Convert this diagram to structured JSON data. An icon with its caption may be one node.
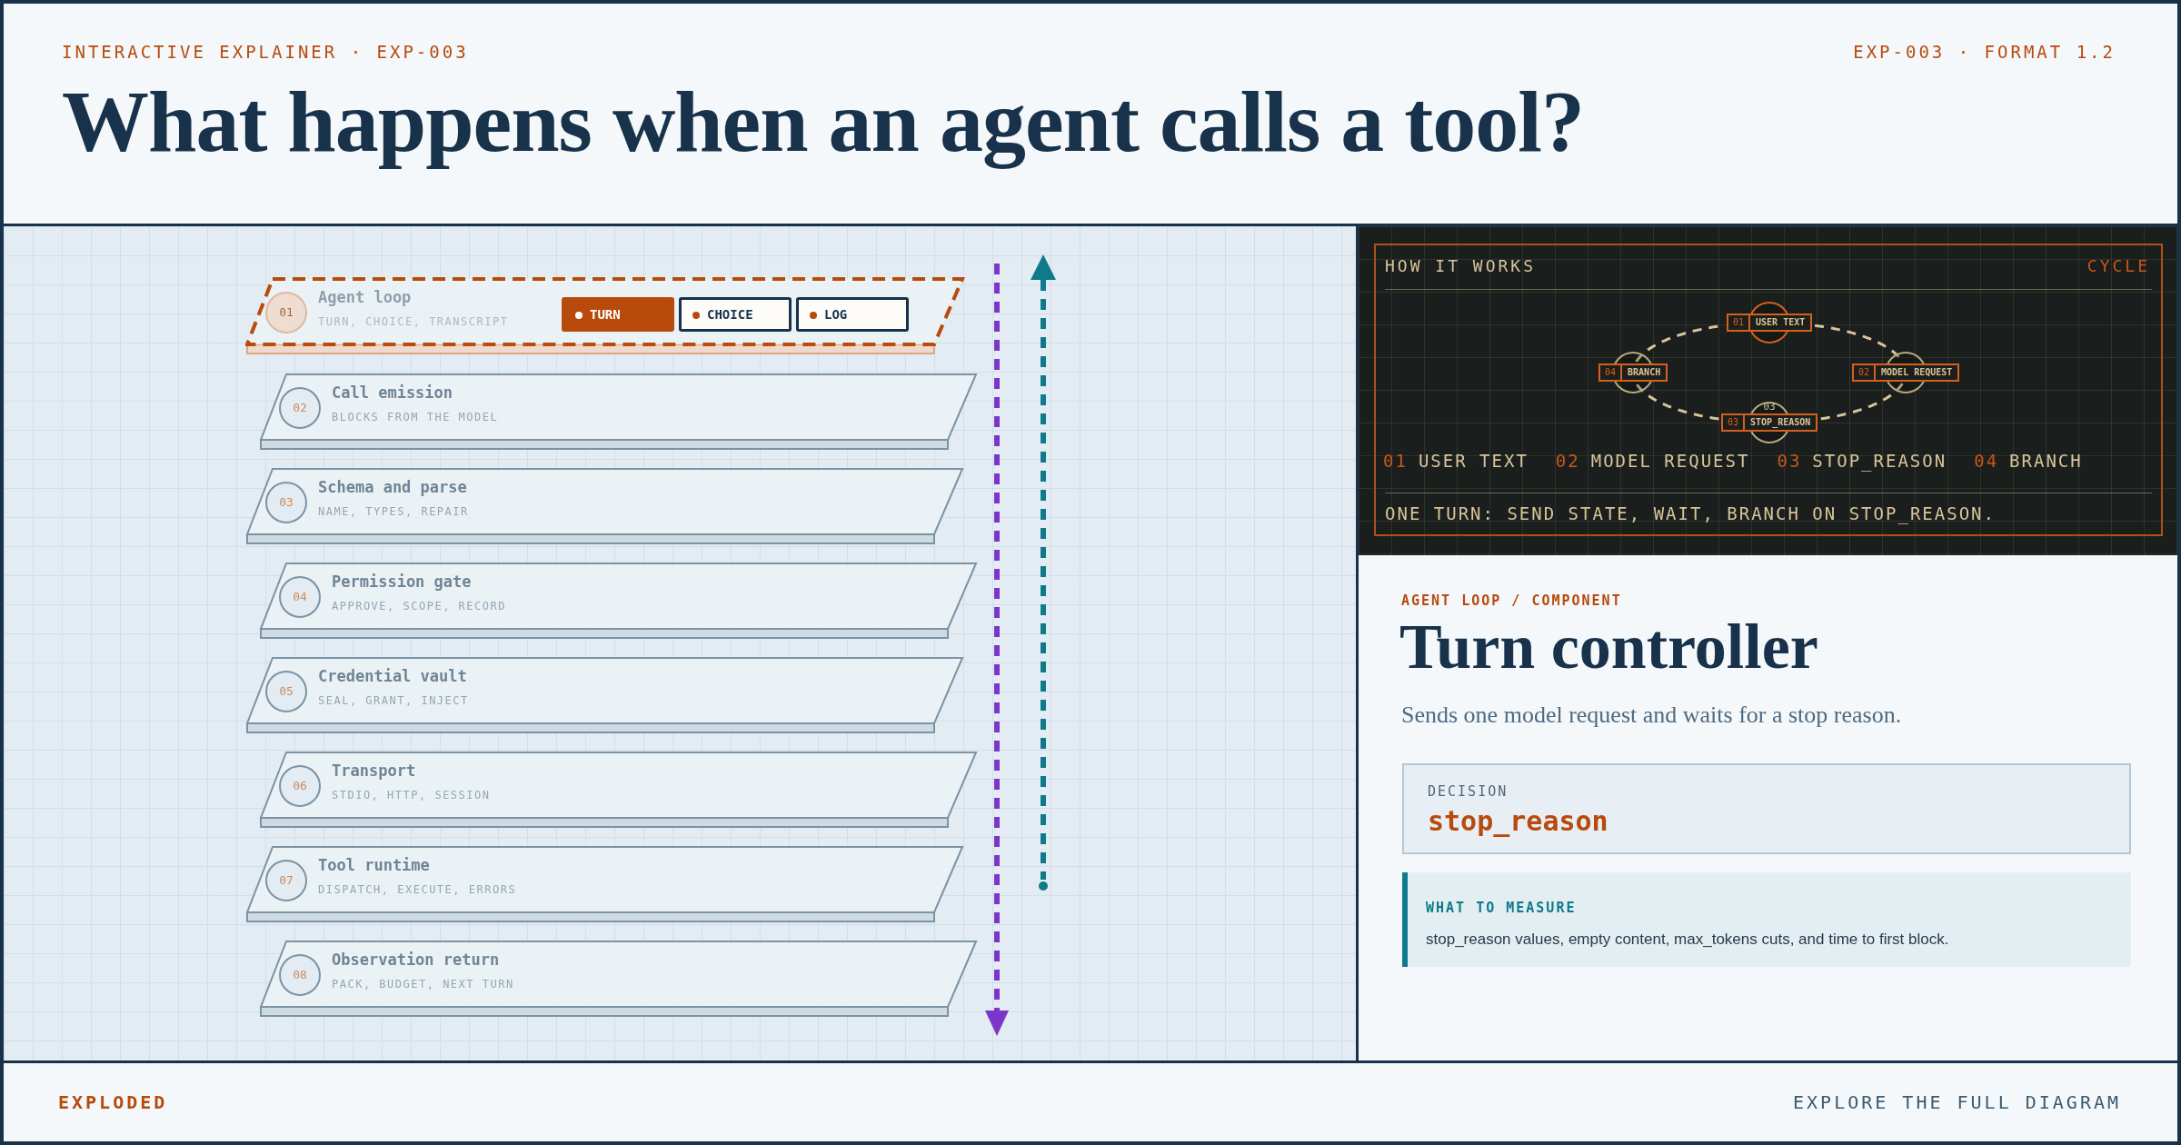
{
  "diagram": {
    "title": "What happens when an agent calls a tool?",
    "nodes": [
      {
        "text": [
          "01",
          "Agent loop",
          "TURN, CHOICE, TRANSCRIPT"
        ]
      },
      {
        "text": [
          "TURN"
        ],
        "in": 0
      },
      {
        "text": [
          "CHOICE"
        ],
        "in": 0
      },
      {
        "text": [
          "LOG"
        ],
        "in": 0
      },
      {
        "text": [
          "02",
          "Call emission",
          "BLOCKS FROM THE MODEL"
        ]
      },
      {
        "text": [
          "03",
          "Schema and parse",
          "NAME, TYPES, REPAIR"
        ]
      },
      {
        "text": [
          "04",
          "Permission gate",
          "APPROVE, SCOPE, RECORD"
        ]
      },
      {
        "text": [
          "05",
          "Credential vault",
          "SEAL, GRANT, INJECT"
        ]
      },
      {
        "text": [
          "06",
          "Transport",
          "STDIO, HTTP, SESSION"
        ]
      },
      {
        "text": [
          "07",
          "Tool runtime",
          "DISPATCH, EXECUTE, ERRORS"
        ]
      },
      {
        "text": [
          "08",
          "Observation return",
          "PACK, BUDGET, NEXT TURN"
        ]
      },
      {
        "text": [
          "HOW IT WORKS",
          "CYCLE",
          "ONE TURN: SEND STATE, WAIT, BRANCH ON STOP_REASON."
        ]
      },
      {
        "text": [
          "01",
          "USER TEXT"
        ],
        "in": 11
      },
      {
        "text": [
          "02",
          "MODEL REQUEST"
        ],
        "in": 11
      },
      {
        "text": [
          "03",
          "STOP_REASON"
        ],
        "in": 11,
        "beside": [
          "03"
        ]
      },
      {
        "text": [
          "04",
          "BRANCH"
        ],
        "in": 11
      },
      {
        "text": [
          "DECISION",
          "stop_reason"
        ]
      },
      {
        "text": [
          "WHAT TO MEASURE",
          "stop_reason values, empty content, max_tokens cuts, and time to first block."
        ]
      }
    ],
    "edges": [
      {
        "from": 12,
        "to": 13,
        "arrow": "none",
        "style": "dashed"
      },
      {
        "from": 13,
        "to": 14,
        "arrow": "none",
        "style": "dashed"
      },
      {
        "from": 14,
        "to": 15,
        "arrow": "none",
        "style": "dashed"
      },
      {
        "from": 15,
        "to": 12,
        "arrow": "none",
        "style": "dashed"
      }
    ],
    "labels": [
      "INTERACTIVE EXPLAINER · EXP-003",
      "EXP-003 · FORMAT 1.2",
      "01",
      "USER TEXT",
      "02",
      "MODEL REQUEST",
      "03",
      "STOP_REASON",
      "04",
      "BRANCH",
      "AGENT LOOP / COMPONENT",
      "Turn controller",
      "Sends one model request and waits for a stop reason.",
      "EXPLODED",
      "EXPLORE THE FULL DIAGRAM"
    ]
  }
}
